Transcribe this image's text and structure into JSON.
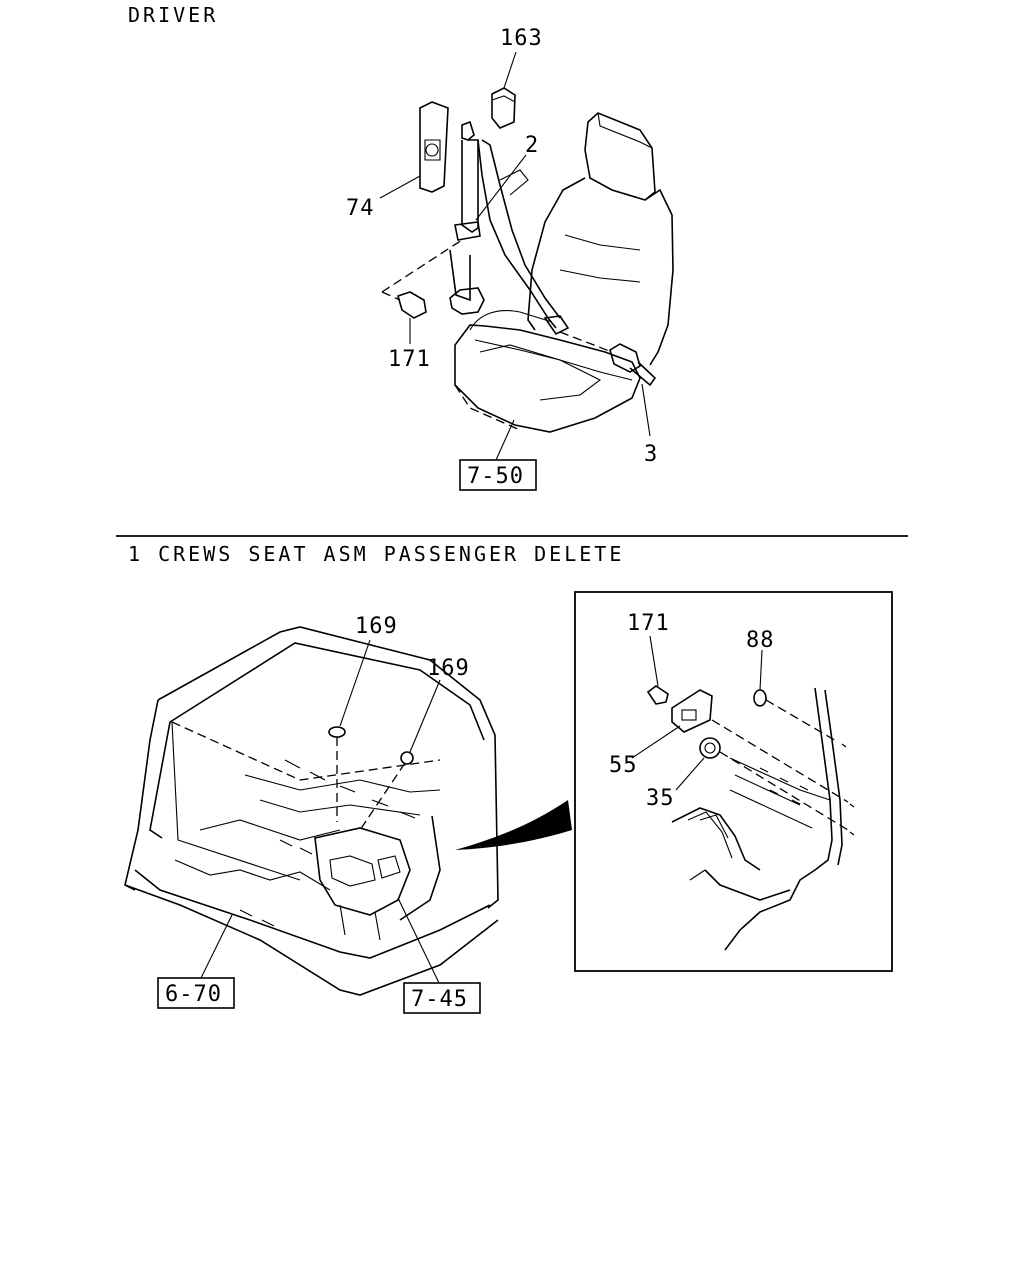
{
  "section_top": {
    "heading": "DRIVER",
    "callouts": {
      "c163": "163",
      "c2": "2",
      "c74": "74",
      "c171": "171",
      "c3": "3"
    },
    "ref_box": "7-50"
  },
  "section_bottom": {
    "heading": "1 CREWS SEAT ASM PASSENGER DELETE",
    "callouts": {
      "c169a": "169",
      "c169b": "169"
    },
    "ref_box_floor": "6-70",
    "ref_box_seat": "7-45",
    "detail": {
      "callouts": {
        "c171": "171",
        "c88": "88",
        "c55": "55",
        "c35": "35"
      }
    }
  }
}
